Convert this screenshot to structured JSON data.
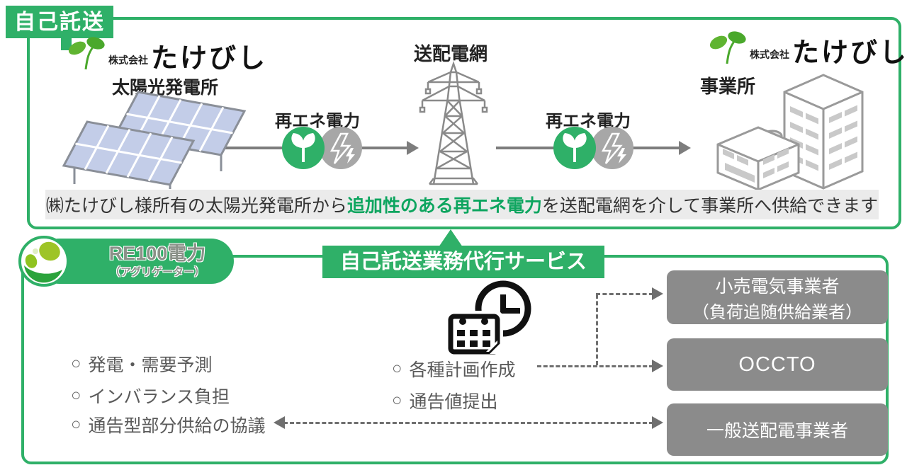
{
  "colors": {
    "accent_green": "#2fb068",
    "highlight_green_text": "#0da55f",
    "entity_box_gray": "#8b8b8b",
    "caption_bar_bg": "#ebebeb",
    "arrow_gray": "#7d7d7d",
    "solar_cell_blue": "#c3cde8"
  },
  "badge": {
    "label": "自己託送"
  },
  "top_box": {
    "company_logo_left": {
      "prefix": "株式会社",
      "name": "たけびし"
    },
    "company_logo_right": {
      "prefix": "株式会社",
      "name": "たけびし"
    },
    "solar_label": "太陽光発電所",
    "grid_label": "送配電網",
    "office_label": "事業所",
    "energy_label_1": "再エネ電力",
    "energy_label_2": "再エネ電力",
    "caption": {
      "pre": "㈱たけびし様所有の太陽光発電所から",
      "highlight": "追加性のある再エネ電力",
      "post": "を送配電網を介して事業所へ供給できます"
    }
  },
  "bottom_box": {
    "aggregator": {
      "title": "RE100電力",
      "subtitle": "（アグリゲーター）"
    },
    "service_banner": "自己託送業務代行サービス",
    "bullet": "○",
    "left_items": [
      "発電・需要予測",
      "インバランス負担",
      "通告型部分供給の協議"
    ],
    "center_items": [
      "各種計画作成",
      "通告値提出"
    ],
    "entities": [
      {
        "line1": "小売電気事業者",
        "line2": "（負荷追随供給業者）"
      },
      {
        "line1": "OCCTO"
      },
      {
        "line1": "一般送配電事業者"
      }
    ]
  }
}
